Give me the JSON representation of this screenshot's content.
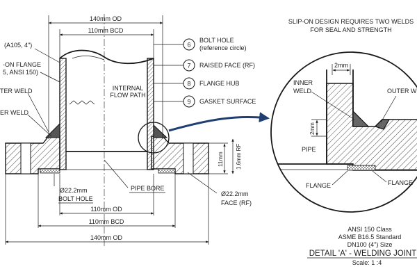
{
  "main_view": {
    "od_top": "140mm OD",
    "bcd_top": "110mm BCD",
    "material": "(A105, 4\")",
    "slip_on_flange_1": "-ON FLANGE",
    "slip_on_flange_2": "5, ANSI 150)",
    "outer_weld": "TER WELD",
    "inner_weld": "ER WELD",
    "internal_flow_path_1": "INTERNAL",
    "internal_flow_path_2": "FLOW PATH",
    "callouts": [
      {
        "num": "6",
        "label": "BOLT HOLE",
        "sub": "(reference circle)"
      },
      {
        "num": "7",
        "label": "RAISED FACE (RF)"
      },
      {
        "num": "8",
        "label": "FLANGE HUB"
      },
      {
        "num": "9",
        "label": "GASKET SURFACE"
      }
    ],
    "dim_11mm": "11mm",
    "dim_1_6mm_rf": "1.6mm RF",
    "bolt_hole_dia": "Ø22.2mm",
    "bolt_hole_label": "BOLT HOLE",
    "pipe_bore": "PIPE BORE",
    "face_dia": "Ø22.2mm",
    "face_label": "FACE (RF)",
    "od_110": "110mm OD",
    "bcd_110": "110mm BCD",
    "od_140": "140mm OD"
  },
  "detail": {
    "heading_1": "SLIP-ON DESIGN REQUIRES TWO WELDS",
    "heading_2": "FOR SEAL AND STRENGTH",
    "dim_2mm_top": "2mm",
    "inner_weld_1": "INNER",
    "inner_weld_2": "WELD",
    "outer_weld": "OUTER WEL",
    "dim_2mm_side": "2mm",
    "pipe": "PIPE",
    "flange_left": "FLANGE",
    "flange_right": "FLANGE"
  },
  "title_block": {
    "class": "ANSI 150 Class",
    "standard": "ASME B16.5 Standard",
    "size": "DN100 (4\") Size",
    "title": "DETAIL 'A' - WELDING JOINT",
    "scale": "Scale: 1 :4"
  },
  "colors": {
    "line": "#1a1a1a",
    "arrow": "#1f3f72",
    "background": "#ffffff"
  }
}
